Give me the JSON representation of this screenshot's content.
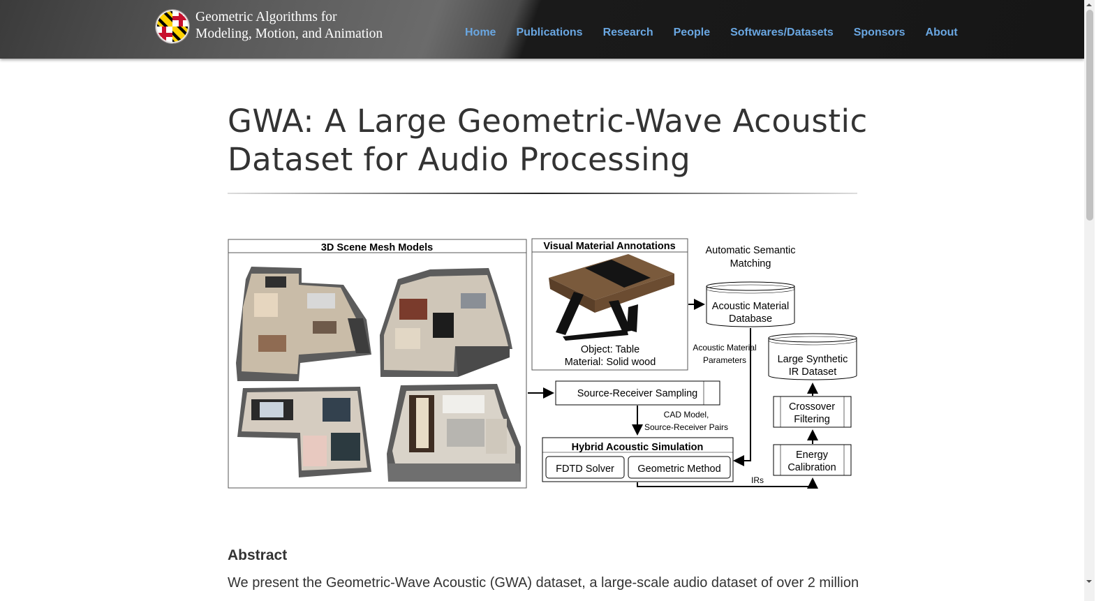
{
  "header": {
    "site_title_line1": "Geometric Algorithms for",
    "site_title_line2": "Modeling, Motion, and Animation",
    "nav": [
      "Home",
      "Publications",
      "Research",
      "People",
      "Softwares/Datasets",
      "Sponsors",
      "About"
    ]
  },
  "page": {
    "title": "GWA: A Large Geometric-Wave Acoustic Dataset for Audio Processing",
    "abstract_heading": "Abstract",
    "abstract_first_line": "We present the Geometric-Wave Acoustic (GWA) dataset, a large-scale audio dataset of over 2 million"
  },
  "figure": {
    "mesh_title": "3D Scene Mesh Models",
    "visual_title": "Visual Material Annotations",
    "object_label": "Object: Table",
    "material_label": "Material: Solid wood",
    "semantic_line1": "Automatic Semantic",
    "semantic_line2": "Matching",
    "db_line1": "Acoustic Material",
    "db_line2": "Database",
    "params_line1": "Acoustic Material",
    "params_line2": "Parameters",
    "ir_line1": "Large Synthetic",
    "ir_line2": "IR Dataset",
    "sampling": "Source-Receiver Sampling",
    "cad_line1": "CAD Model,",
    "cad_line2": "Source-Receiver Pairs",
    "crossover_line1": "Crossover",
    "crossover_line2": "Filtering",
    "energy_line1": "Energy",
    "energy_line2": "Calibration",
    "hybrid_title": "Hybrid Acoustic Simulation",
    "fdtd": "FDTD Solver",
    "geometric": "Geometric Method",
    "irs": "IRs"
  },
  "colors": {
    "nav_link": "#6aa7e2",
    "maryland_red": "#c8102e",
    "maryland_gold": "#ffd200"
  }
}
